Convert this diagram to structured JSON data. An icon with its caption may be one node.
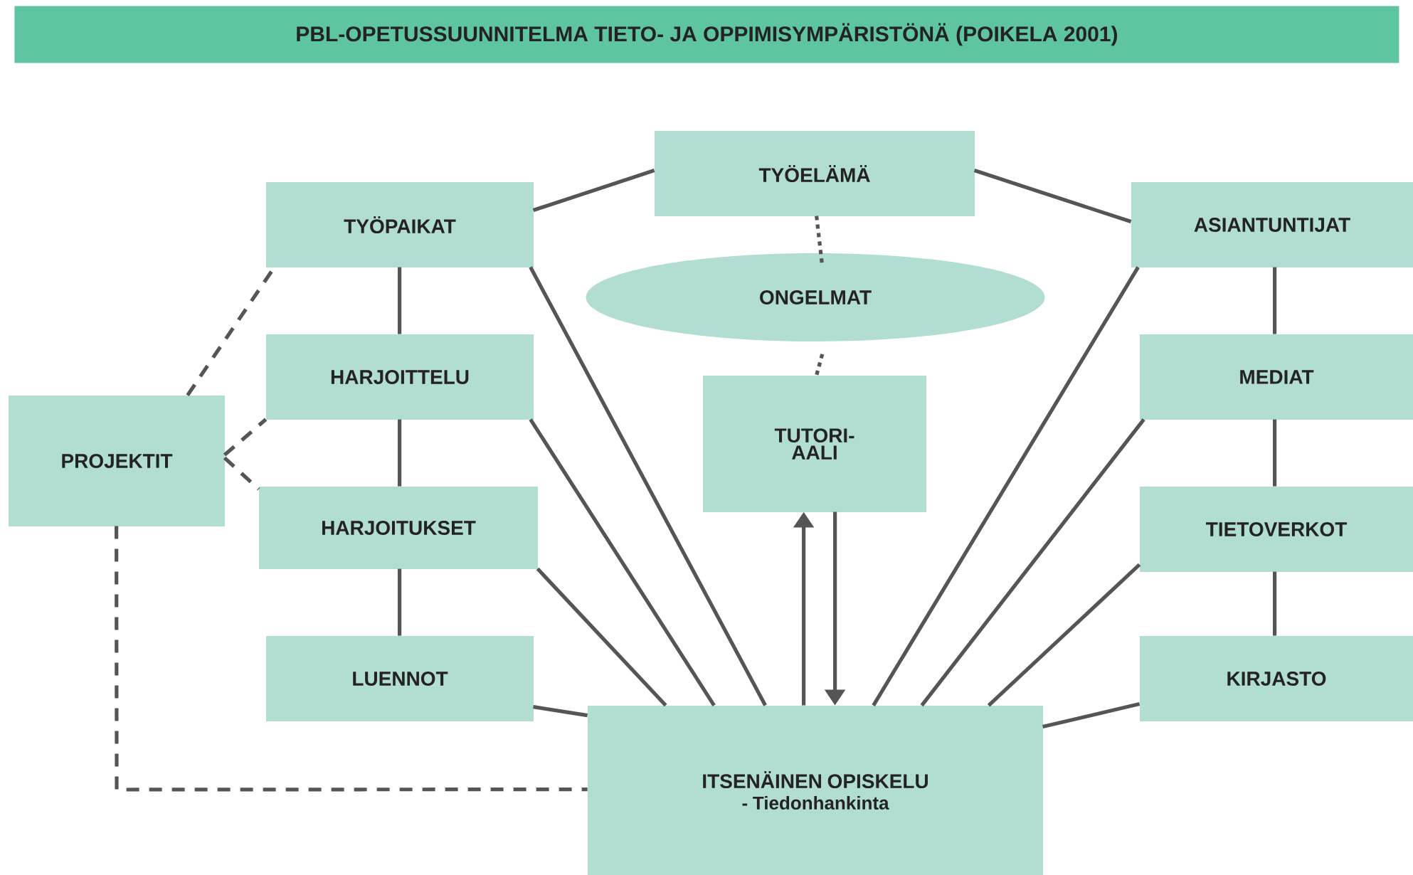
{
  "diagram": {
    "title": "PBL-OPETUSSUUNNITELMA TIETO- JA OPPIMISYMPÄRISTÖNÄ (POIKELA 2001)",
    "nodes": [
      {
        "text": [
          "TYÖELÄMÄ"
        ]
      },
      {
        "text": [
          "TYÖPAIKAT"
        ]
      },
      {
        "text": [
          "ASIANTUNTIJAT"
        ]
      },
      {
        "text": [
          "ONGELMAT"
        ]
      },
      {
        "text": [
          "HARJOITTELU"
        ]
      },
      {
        "text": [
          "MEDIAT"
        ]
      },
      {
        "text": [
          "PROJEKTIT"
        ]
      },
      {
        "text": [
          "TUTORI- AALI"
        ]
      },
      {
        "text": [
          "HARJOITUKSET"
        ]
      },
      {
        "text": [
          "TIETOVERKOT"
        ]
      },
      {
        "text": [
          "LUENNOT"
        ]
      },
      {
        "text": [
          "KIRJASTO"
        ]
      },
      {
        "text": [
          "ITSENÄINEN OPISKELU",
          "- Tiedonhankinta"
        ]
      }
    ],
    "edges": [
      {
        "from": 1,
        "to": 0,
        "arrow": "none"
      },
      {
        "from": 0,
        "to": 2,
        "arrow": "none"
      },
      {
        "from": 0,
        "to": 3,
        "arrow": "none",
        "style": "dashed"
      },
      {
        "from": 3,
        "to": 7,
        "arrow": "none",
        "style": "dashed"
      },
      {
        "from": 1,
        "to": 4,
        "arrow": "none"
      },
      {
        "from": 4,
        "to": 8,
        "arrow": "none"
      },
      {
        "from": 8,
        "to": 10,
        "arrow": "none"
      },
      {
        "from": 2,
        "to": 5,
        "arrow": "none"
      },
      {
        "from": 5,
        "to": 9,
        "arrow": "none"
      },
      {
        "from": 9,
        "to": 11,
        "arrow": "none"
      },
      {
        "from": 6,
        "to": 1,
        "arrow": "none",
        "style": "dashed"
      },
      {
        "from": 6,
        "to": 4,
        "arrow": "none",
        "style": "dashed"
      },
      {
        "from": 6,
        "to": 8,
        "arrow": "none",
        "style": "dashed"
      },
      {
        "from": 6,
        "to": 12,
        "arrow": "none",
        "style": "dashed"
      },
      {
        "from": 12,
        "to": 7,
        "arrow": "to"
      },
      {
        "from": 7,
        "to": 12,
        "arrow": "to"
      },
      {
        "from": 1,
        "to": 12,
        "arrow": "none"
      },
      {
        "from": 4,
        "to": 12,
        "arrow": "none"
      },
      {
        "from": 8,
        "to": 12,
        "arrow": "none"
      },
      {
        "from": 10,
        "to": 12,
        "arrow": "none"
      },
      {
        "from": 2,
        "to": 12,
        "arrow": "none"
      },
      {
        "from": 5,
        "to": 12,
        "arrow": "none"
      },
      {
        "from": 9,
        "to": 12,
        "arrow": "none"
      },
      {
        "from": 11,
        "to": 12,
        "arrow": "none"
      }
    ]
  }
}
